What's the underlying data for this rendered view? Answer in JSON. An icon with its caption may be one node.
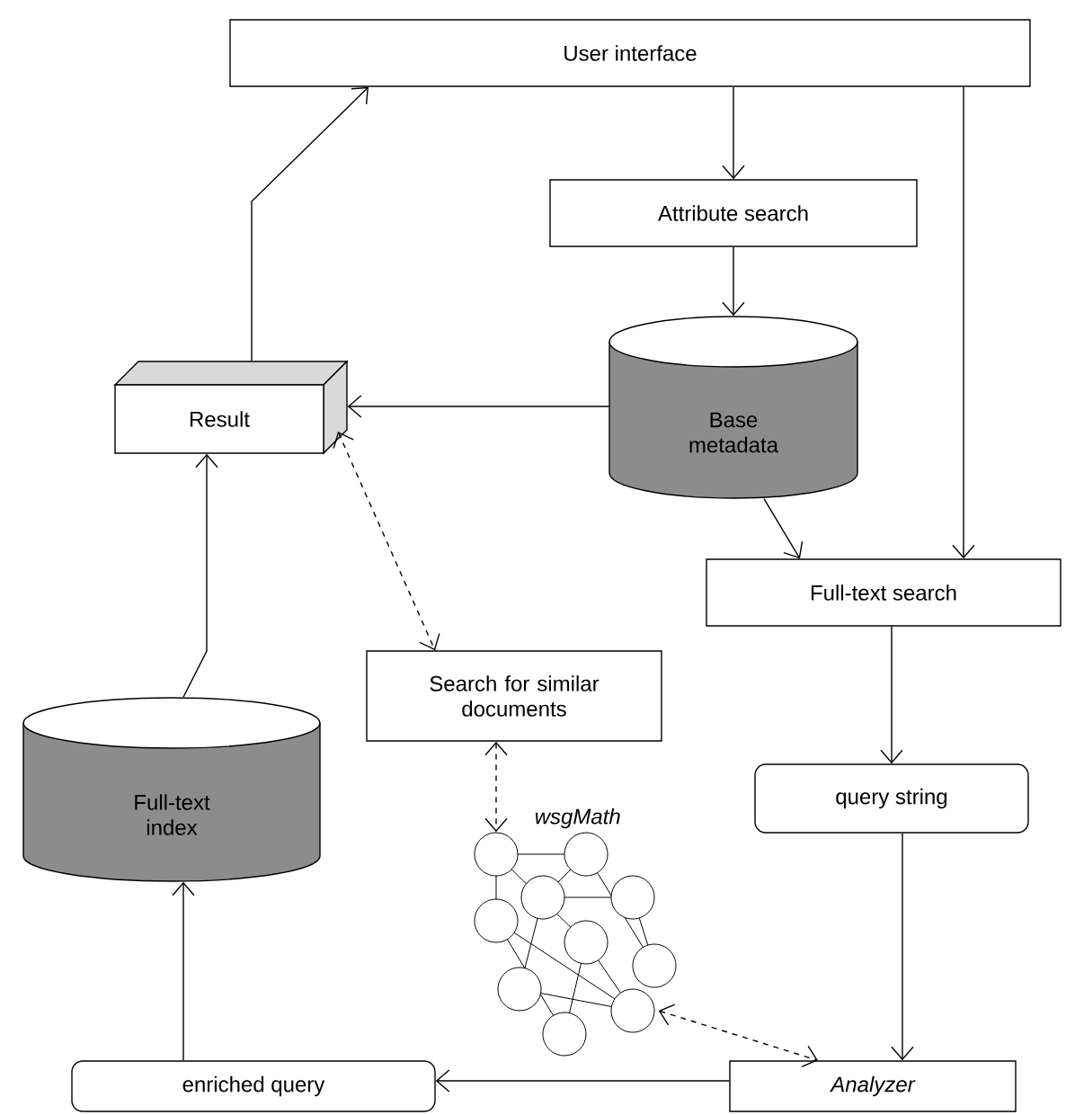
{
  "diagram": {
    "nodes": [
      {
        "text": [
          "User interface"
        ]
      },
      {
        "text": [
          "Attribute search"
        ]
      },
      {
        "text": [
          "Base metadata"
        ]
      },
      {
        "text": [
          "Result"
        ]
      },
      {
        "text": [
          "Full-text search"
        ]
      },
      {
        "text": [
          "Search for similar documents"
        ]
      },
      {
        "text": [
          "query string"
        ]
      },
      {
        "text": [
          "Full-text index"
        ]
      },
      {
        "text": [
          "wsgMath"
        ]
      },
      {
        "text": [
          "enriched query"
        ]
      },
      {
        "text": [
          "Analyzer"
        ]
      }
    ],
    "edges": [
      {
        "from": 0,
        "to": 1,
        "arrow": "to"
      },
      {
        "from": 1,
        "to": 2,
        "arrow": "to"
      },
      {
        "from": 0,
        "to": 4,
        "arrow": "to"
      },
      {
        "from": 2,
        "to": 4,
        "arrow": "to"
      },
      {
        "from": 2,
        "to": 3,
        "arrow": "to"
      },
      {
        "from": 3,
        "to": 0,
        "arrow": "to"
      },
      {
        "from": 3,
        "to": 5,
        "arrow": "both",
        "style": "dashed"
      },
      {
        "from": 5,
        "to": 8,
        "arrow": "both",
        "style": "dashed"
      },
      {
        "from": 4,
        "to": 6,
        "arrow": "to"
      },
      {
        "from": 6,
        "to": 10,
        "arrow": "to"
      },
      {
        "from": 8,
        "to": 10,
        "arrow": "both",
        "style": "dashed"
      },
      {
        "from": 10,
        "to": 9,
        "arrow": "to"
      },
      {
        "from": 9,
        "to": 7,
        "arrow": "to"
      },
      {
        "from": 7,
        "to": 3,
        "arrow": "to"
      }
    ]
  }
}
